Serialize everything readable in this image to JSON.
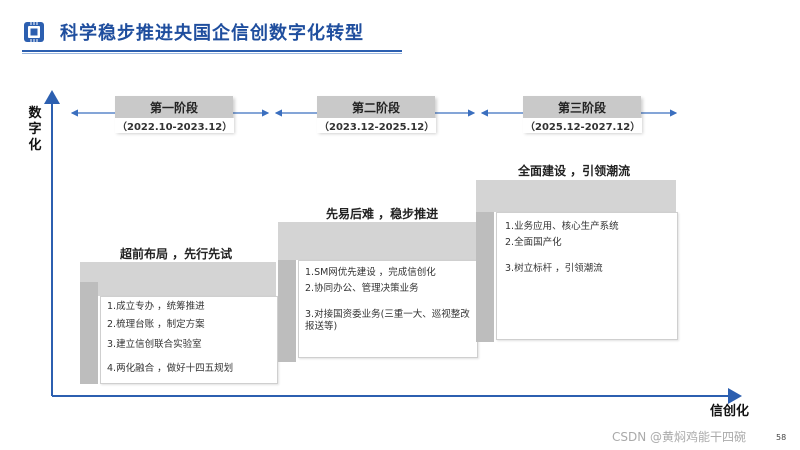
{
  "title": "科学稳步推进央国企信创数字化转型",
  "axes": {
    "y_label": "数字化",
    "x_label": "信创化"
  },
  "phases": [
    {
      "name": "第一阶段",
      "range": "（2022.10-2023.12）"
    },
    {
      "name": "第二阶段",
      "range": "（2023.12-2025.12）"
    },
    {
      "name": "第三阶段",
      "range": "（2025.12-2027.12）"
    }
  ],
  "stairs": [
    {
      "heading": "超前布局 ，先行先试",
      "items": [
        "1.成立专办 ，统筹推进",
        "2.梳理台账 ，制定方案",
        "3.建立信创联合实验室",
        "4.两化融合 ，做好十四五规划"
      ]
    },
    {
      "heading": "先易后难 ，稳步推进",
      "items": [
        "1.SM网优先建设 ，完成信创化",
        "2.协同办公、管理决策业务",
        "3.对接国资委业务(三重一大、巡视整改报送等)"
      ]
    },
    {
      "heading": "全面建设 ，引领潮流",
      "items": [
        "1.业务应用、核心生产系统",
        "2.全面国产化",
        "3.树立标杆 ，引领潮流"
      ]
    }
  ],
  "footer": {
    "watermark": "CSDN @黄焖鸡能干四碗",
    "page_number": "58"
  },
  "colors": {
    "title": "#1f4e9e",
    "axis": "#2c5fb0",
    "phase_box": "#c9c9c9"
  }
}
